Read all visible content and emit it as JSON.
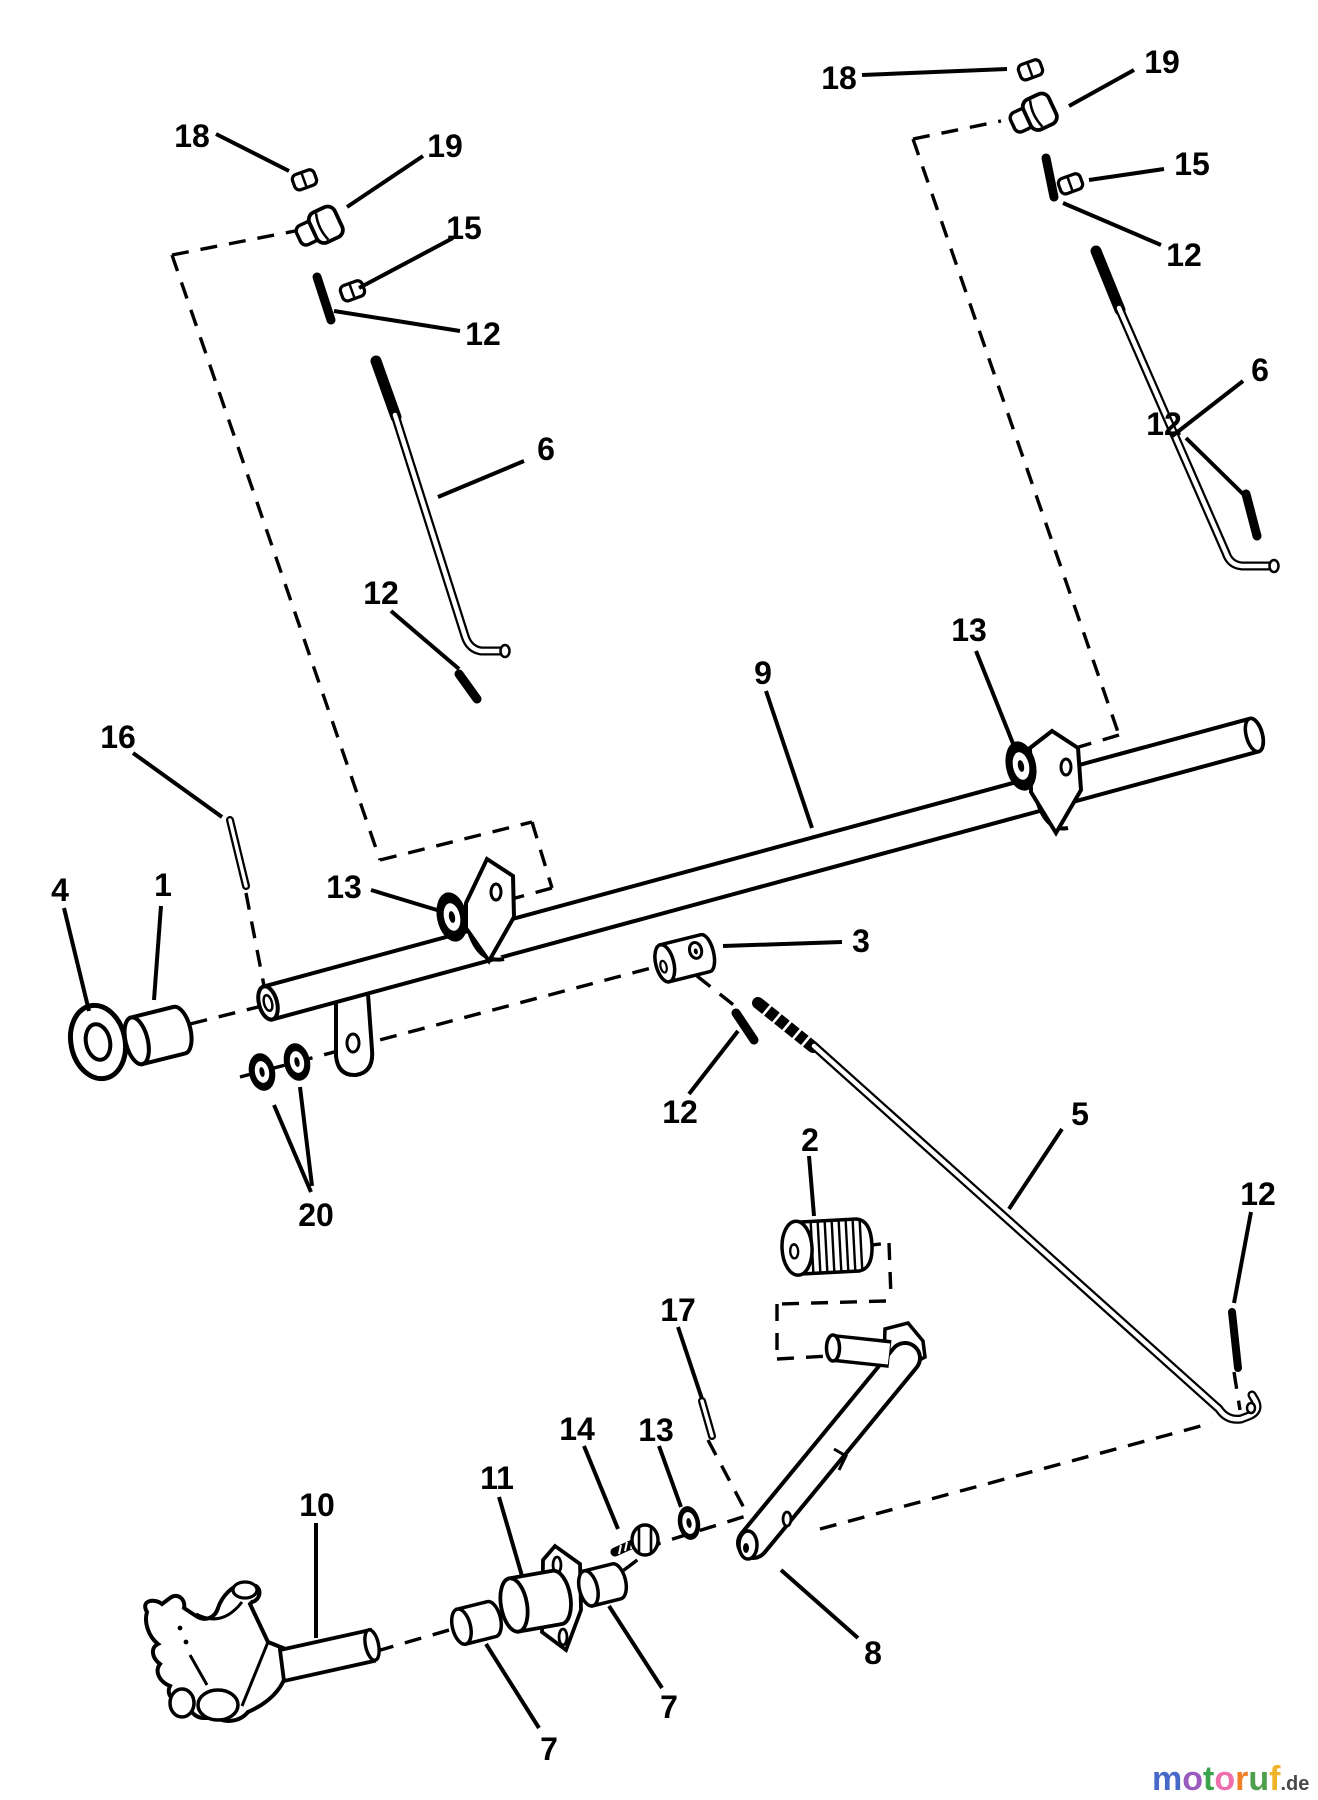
{
  "diagram": {
    "background": "#ffffff",
    "line_color": "#000000",
    "callouts": [
      {
        "id": "18-upper-left",
        "text": "18"
      },
      {
        "id": "19-upper-left",
        "text": "19"
      },
      {
        "id": "15-upper-left",
        "text": "15"
      },
      {
        "id": "12-upper-left",
        "text": "12"
      },
      {
        "id": "6-left-rod",
        "text": "6"
      },
      {
        "id": "12-left-rod-pin",
        "text": "12"
      },
      {
        "id": "16-clevis-pin",
        "text": "16"
      },
      {
        "id": "9-lift-shaft",
        "text": "9"
      },
      {
        "id": "13-left-bracket-washer",
        "text": "13"
      },
      {
        "id": "13-right-bracket-washer",
        "text": "13"
      },
      {
        "id": "4-flat-washer",
        "text": "4"
      },
      {
        "id": "1-spacer",
        "text": "1"
      },
      {
        "id": "20-washers",
        "text": "20"
      },
      {
        "id": "3-trunnion",
        "text": "3"
      },
      {
        "id": "12-center-pin",
        "text": "12"
      },
      {
        "id": "5-lift-link-rod",
        "text": "5"
      },
      {
        "id": "2-spring",
        "text": "2"
      },
      {
        "id": "17-pin",
        "text": "17"
      },
      {
        "id": "13-pedal-washer",
        "text": "13"
      },
      {
        "id": "14-bolt",
        "text": "14"
      },
      {
        "id": "11-flanged-bushing",
        "text": "11"
      },
      {
        "id": "10-lift-arm-casting",
        "text": "10"
      },
      {
        "id": "8-pedal-arm",
        "text": "8"
      },
      {
        "id": "7-bushing-left",
        "text": "7"
      },
      {
        "id": "7-bushing-right",
        "text": "7"
      },
      {
        "id": "12-lower-right-pin",
        "text": "12"
      },
      {
        "id": "12-right-rod-pin",
        "text": "12"
      },
      {
        "id": "6-right-rod",
        "text": "6"
      },
      {
        "id": "12-upper-right-pin",
        "text": "12"
      },
      {
        "id": "15-upper-right",
        "text": "15"
      },
      {
        "id": "19-upper-right",
        "text": "19"
      },
      {
        "id": "18-upper-right",
        "text": "18"
      }
    ]
  },
  "watermark": {
    "letters": [
      {
        "ch": "m",
        "color": "#4668c8"
      },
      {
        "ch": "o",
        "color": "#9a5bbe"
      },
      {
        "ch": "t",
        "color": "#3ba44a"
      },
      {
        "ch": "o",
        "color": "#ef6fae"
      },
      {
        "ch": "r",
        "color": "#f07f28"
      },
      {
        "ch": "u",
        "color": "#4d9e4d"
      },
      {
        "ch": "f",
        "color": "#f0b428"
      }
    ],
    "suffix": {
      "text": ".de",
      "color": "#4a4a4a"
    }
  }
}
